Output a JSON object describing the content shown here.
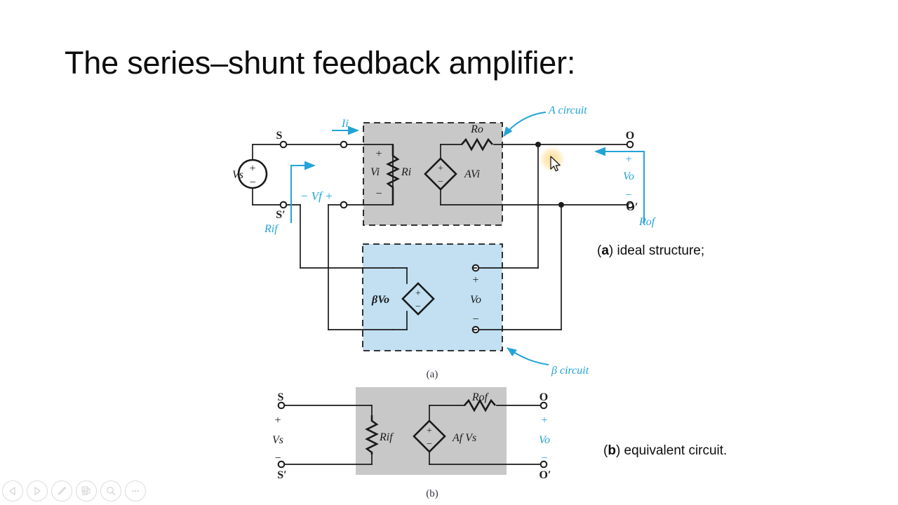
{
  "slide": {
    "title": "The series–shunt feedback amplifier:",
    "captions": {
      "a_bold": "a",
      "a_text_open": "(",
      "a_text_close": ") ideal structure;",
      "b_bold": "b",
      "b_text_close": ") equivalent circuit."
    }
  },
  "figure_a": {
    "sub_caption": "(a)",
    "annotations": {
      "a_circuit": "A circuit",
      "beta_circuit": "β circuit",
      "input_current": "Ii",
      "feedback_voltage": "− Vf +",
      "input_resistance_f": "Rif",
      "output_resistance_f": "Rof",
      "output_voltage": "Vo",
      "plus": "+",
      "minus": "−"
    },
    "terminals": {
      "s": "S",
      "s_prime": "S′",
      "o": "O",
      "o_prime": "O′"
    },
    "source": {
      "label": "Vs",
      "plus": "+",
      "minus": "−"
    },
    "a_block": {
      "input_voltage": "Vi",
      "input_resistor": "Ri",
      "output_resistor": "Ro",
      "controlled_source": "AVi",
      "plus": "+",
      "minus": "−"
    },
    "beta_block": {
      "controlled_source": "βVo",
      "output_voltage": "Vo",
      "plus": "+",
      "minus": "−"
    }
  },
  "figure_b": {
    "sub_caption": "(b)",
    "terminals": {
      "s": "S",
      "s_prime": "S′",
      "o": "O",
      "o_prime": "O′"
    },
    "labels": {
      "source_voltage": "Vs",
      "output_voltage": "Vo",
      "input_resistance_f": "Rif",
      "output_resistance_f": "Rof",
      "gain_source": "Af Vs",
      "plus": "+",
      "minus": "−"
    }
  },
  "toolbar": {
    "items": [
      {
        "name": "previous-slide",
        "icon": "triangle-left-icon"
      },
      {
        "name": "next-slide",
        "icon": "triangle-right-icon"
      },
      {
        "name": "pen-tool",
        "icon": "pen-icon"
      },
      {
        "name": "all-slides",
        "icon": "slides-grid-icon"
      },
      {
        "name": "zoom-tool",
        "icon": "magnifier-icon"
      },
      {
        "name": "more-options",
        "icon": "ellipsis-icon"
      }
    ]
  },
  "colors": {
    "annotation_blue": "#23a3d8",
    "gray_fill": "#c8c8c8",
    "blue_fill": "#c2e0f2",
    "ink": "#1a1a1a",
    "caption_ink": "#3a3347"
  }
}
